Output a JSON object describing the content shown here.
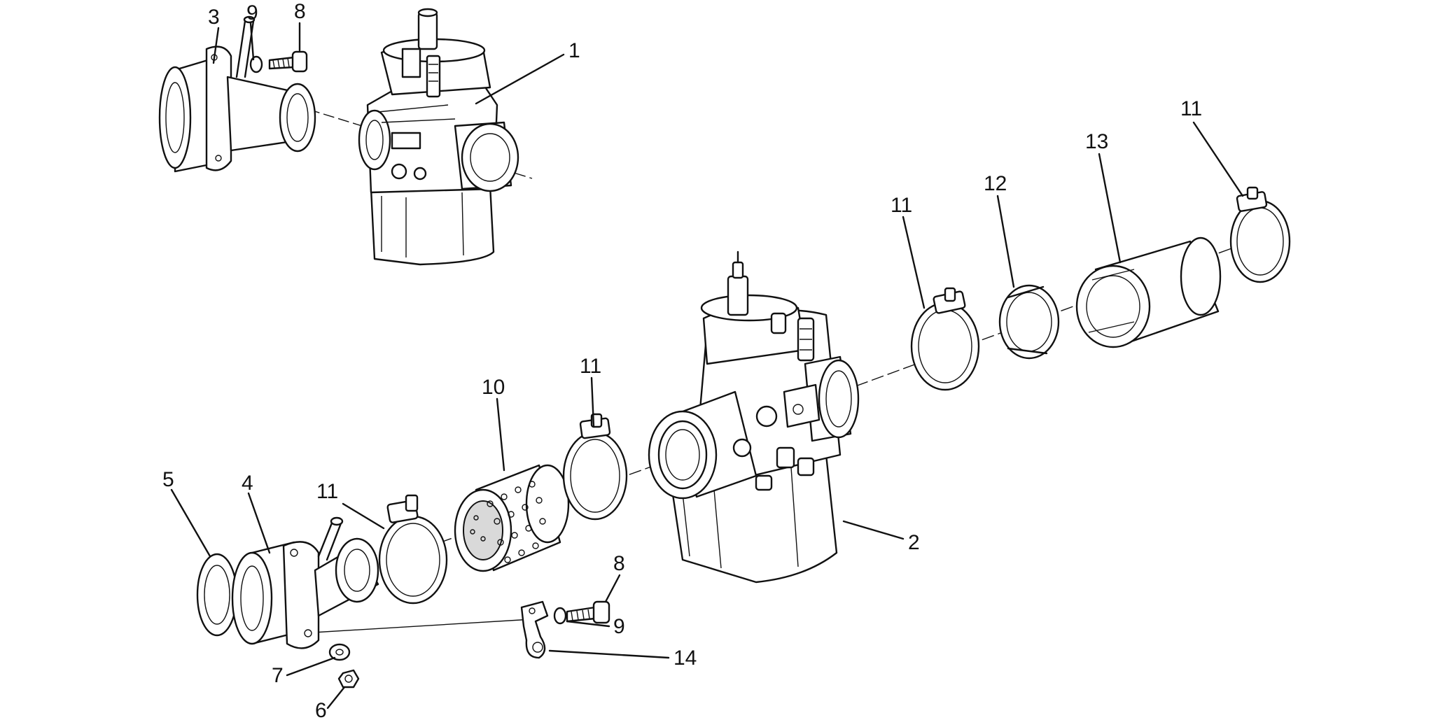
{
  "diagram": {
    "callouts": [
      {
        "id": "c1",
        "label": "1"
      },
      {
        "id": "c2",
        "label": "2"
      },
      {
        "id": "c3",
        "label": "3"
      },
      {
        "id": "c4",
        "label": "4"
      },
      {
        "id": "c5",
        "label": "5"
      },
      {
        "id": "c6",
        "label": "6"
      },
      {
        "id": "c7",
        "label": "7"
      },
      {
        "id": "c8a",
        "label": "8"
      },
      {
        "id": "c8b",
        "label": "8"
      },
      {
        "id": "c9a",
        "label": "9"
      },
      {
        "id": "c9b",
        "label": "9"
      },
      {
        "id": "c10",
        "label": "10"
      },
      {
        "id": "c11a",
        "label": "11"
      },
      {
        "id": "c11b",
        "label": "11"
      },
      {
        "id": "c11c",
        "label": "11"
      },
      {
        "id": "c11d",
        "label": "11"
      },
      {
        "id": "c12",
        "label": "12"
      },
      {
        "id": "c13",
        "label": "13"
      },
      {
        "id": "c14",
        "label": "14"
      }
    ]
  }
}
